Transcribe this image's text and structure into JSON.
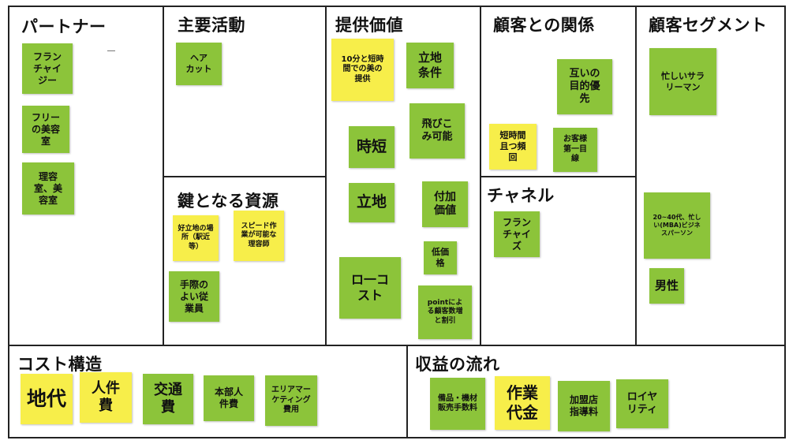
{
  "colors": {
    "green_note": "#8cc43a",
    "yellow_note": "#f7ee4a",
    "grid_line": "#222222"
  },
  "sections": {
    "partners": {
      "title": "パートナー",
      "notes": [
        "フラン\nチャイ\nジー",
        "フリー\nの美容\n室",
        "理容\n室、美\n容室"
      ]
    },
    "key_activities": {
      "title": "主要活動",
      "notes": [
        "ヘア\nカット"
      ]
    },
    "key_resources": {
      "title": "鍵となる資源",
      "notes": [
        "好立地の場\n所（駅近\n等）",
        "スピード作\n業が可能な\n理容師",
        "手際の\nよい従\n業員"
      ]
    },
    "value_propositions": {
      "title": "提供価値",
      "notes": [
        "10分と短時\n間での美の\n提供",
        "立地\n条件",
        "飛びこ\nみ可能",
        "時短",
        "立地",
        "付加\n価値",
        "低価\n格",
        "ロ一コ\nスト",
        "pointによ\nる顧客数増\nと割引"
      ]
    },
    "customer_relationships": {
      "title": "顧客との関係",
      "notes": [
        "互いの\n目的優\n先",
        "短時間\n且つ頻\n回",
        "お客様\n第一目\n線"
      ]
    },
    "channels": {
      "title": "チャネル",
      "notes": [
        "フラン\nチャイ\nズ"
      ]
    },
    "customer_segments": {
      "title": "顧客セグメント",
      "notes": [
        "忙しいサラ\nリーマン",
        "20~40代、忙し\nい(MBA)ビジネ\nスパーソン",
        "男性"
      ]
    },
    "cost_structure": {
      "title": "コスト構造",
      "notes": [
        "地代",
        "人件\n費",
        "交通\n費",
        "本部人\n件費",
        "エリアマー\nケティング\n費用"
      ]
    },
    "revenue_streams": {
      "title": "収益の流れ",
      "notes": [
        "備品・機材\n販売手数料",
        "作業\n代金",
        "加盟店\n指導料",
        "ロイヤ\nリティ"
      ]
    }
  }
}
